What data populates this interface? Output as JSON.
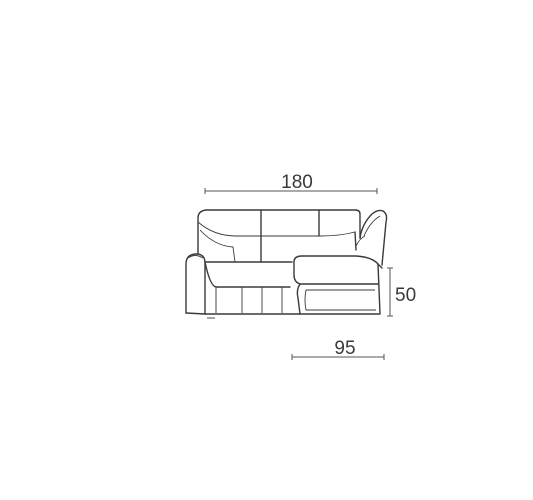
{
  "dimensions": {
    "width_total": "180",
    "height": "50",
    "chaise_width": "95"
  },
  "colors": {
    "line": "#3a3a3a",
    "background": "#ffffff"
  }
}
